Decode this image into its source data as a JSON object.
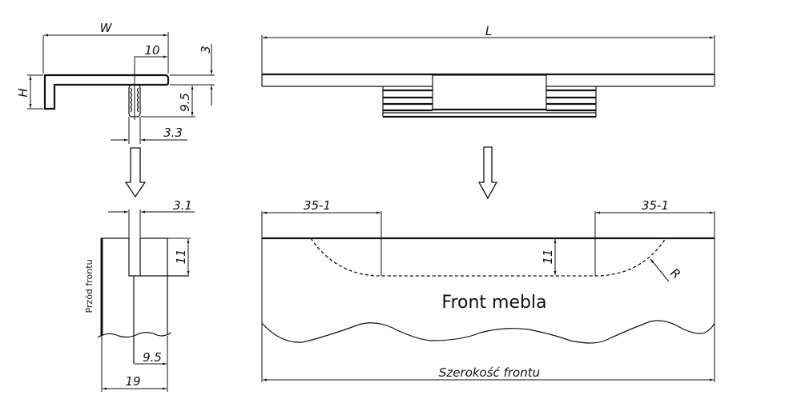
{
  "drawing": {
    "profile_view": {
      "width_label": "W",
      "height_label": "H",
      "dim_10": "10",
      "dim_3": "3",
      "dim_9_5": "9.5",
      "dim_3_3": "3.3"
    },
    "top_view": {
      "length_label": "L"
    },
    "section_view": {
      "dim_3_1": "3.1",
      "dim_11": "11",
      "dim_9_5": "9.5",
      "dim_19": "19",
      "front_side_label": "Przód frontu"
    },
    "front_view": {
      "dim_left": "35-1",
      "dim_right": "35-1",
      "dim_depth": "11",
      "radius_label": "R",
      "part_label": "Front mebla",
      "width_label": "Szerokość frontu"
    }
  }
}
